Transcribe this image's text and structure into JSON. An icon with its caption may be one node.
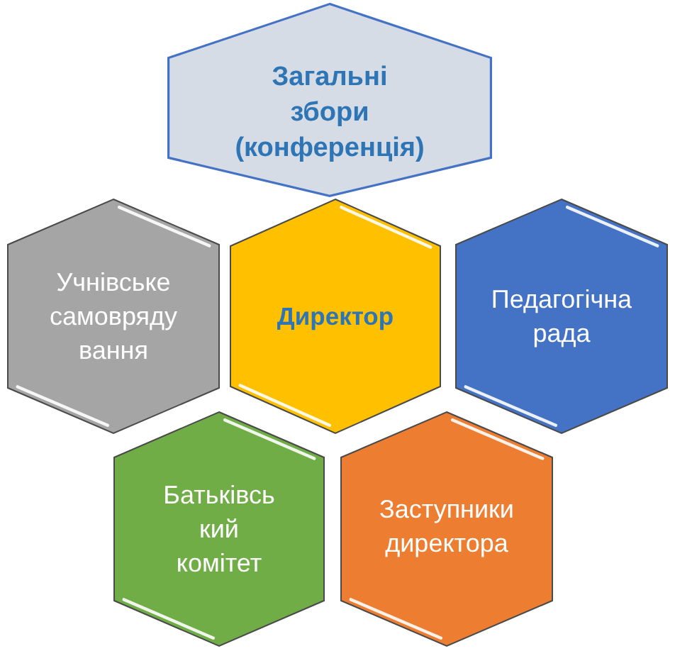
{
  "diagram": {
    "nodes": [
      {
        "text": [
          "Загальні збори (конференція)"
        ]
      },
      {
        "text": [
          "Учнівське самовряду вання"
        ]
      },
      {
        "text": [
          "Директор"
        ]
      },
      {
        "text": [
          "Педагогічна рада"
        ]
      },
      {
        "text": [
          "Батьківсь кий комітет"
        ]
      },
      {
        "text": [
          "Заступники директора"
        ]
      }
    ]
  }
}
